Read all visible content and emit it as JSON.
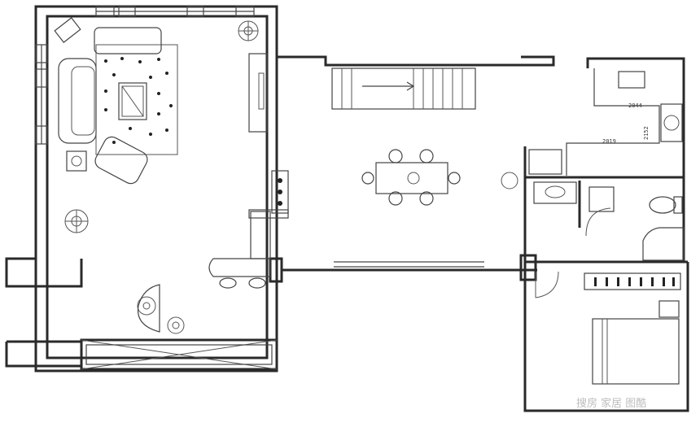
{
  "plan": {
    "dimensions": [
      "2044",
      "2019",
      "2152"
    ],
    "watermark": "搜房 家居 图酷"
  },
  "colors": {
    "line": "#2a2a2a",
    "background": "#ffffff"
  }
}
